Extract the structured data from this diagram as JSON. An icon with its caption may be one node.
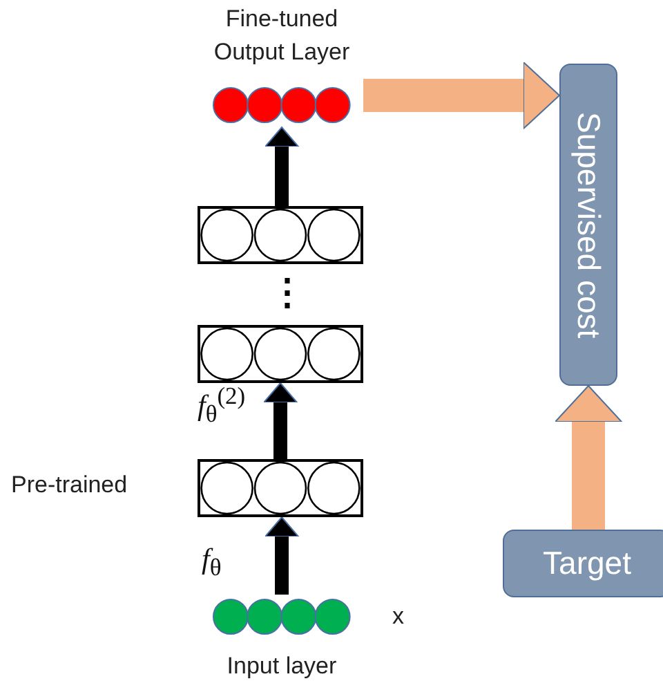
{
  "diagram": {
    "nodes": [
      {
        "text": [
          "Fine-tuned Output Layer"
        ]
      },
      {
        "text": [],
        "shape": "box"
      },
      {
        "text": [],
        "shape": "box"
      },
      {
        "text": [],
        "shape": "box",
        "beside": [
          "Pre-trained"
        ]
      },
      {
        "text": [
          "Input layer"
        ],
        "beside": [
          "x"
        ]
      },
      {
        "text": [
          "Supervised cost"
        ]
      },
      {
        "text": [
          "Target"
        ]
      }
    ],
    "edges": [
      {
        "from": 4,
        "to": 3,
        "arrow": "to",
        "label": "*f*$_{θ}$"
      },
      {
        "from": 3,
        "to": 2,
        "arrow": "to",
        "label": "*f*$_{θ}$$^{(2)}$"
      },
      {
        "from": 1,
        "to": 0,
        "arrow": "to"
      },
      {
        "from": 0,
        "to": 5,
        "arrow": "to",
        "style": "thick",
        "color": "#f4b183"
      },
      {
        "from": 6,
        "to": 5,
        "arrow": "to",
        "style": "thick",
        "color": "#f4b183"
      }
    ],
    "labels": [
      "⋮"
    ]
  }
}
